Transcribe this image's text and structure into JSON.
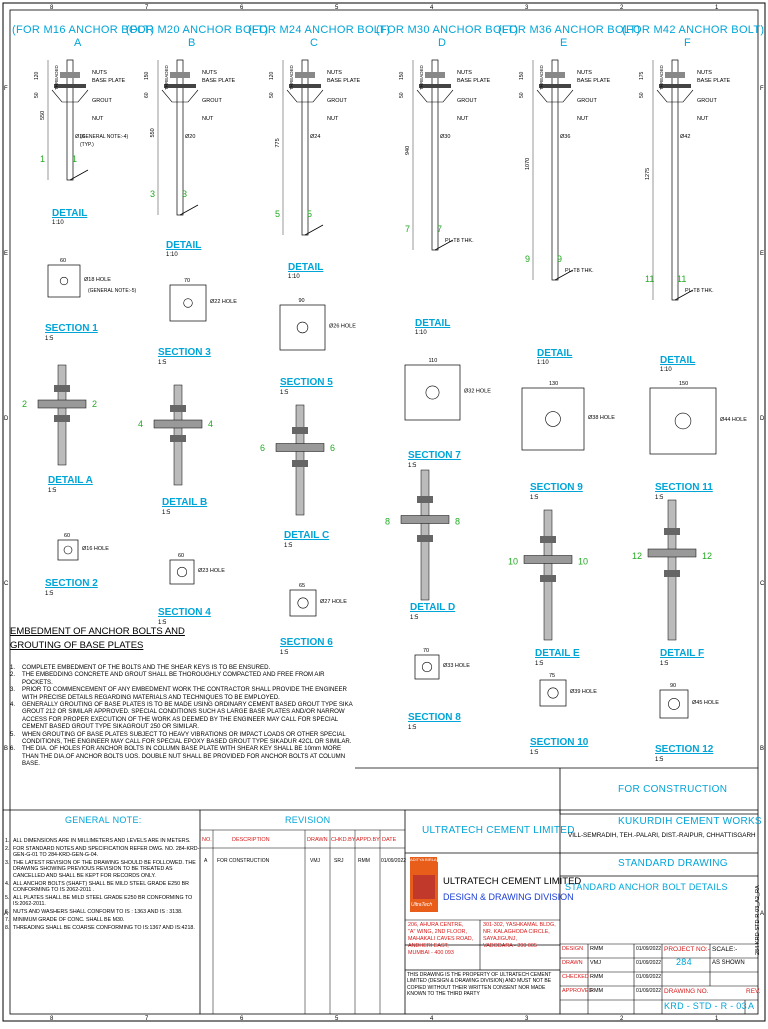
{
  "headers": [
    "(FOR M16 ANCHOR BOLT)",
    "(FOR M20 ANCHOR BOLT)",
    "(FOR M24 ANCHOR BOLT)",
    "(FOR M30 ANCHOR BOLT)",
    "(FOR M36 ANCHOR BOLT)",
    "(FOR M42 ANCHOR BOLT)"
  ],
  "bolt_letters": [
    "A",
    "B",
    "C",
    "D",
    "E",
    "F"
  ],
  "part_labels": {
    "nuts": "NUTS",
    "base_plate": "BASE PLATE",
    "grout": "GROUT",
    "nut": "NUT",
    "threaded": "THREADED",
    "pl_m30": "PL.T8 THK.",
    "pl_m36": "PL.T8 THK.",
    "pl_m42": "PL.T8 THK."
  },
  "general_note_ref": "(GENERAL NOTE:-4)",
  "typ": "(TYP.)",
  "general_note_5": "(GENERAL NOTE:-5)",
  "details": [
    {
      "label": "DETAIL",
      "scale": "1:10",
      "bolt_len": "550",
      "dia": "Ø16",
      "marks": [
        "50",
        "120"
      ]
    },
    {
      "label": "DETAIL",
      "scale": "1:10",
      "bolt_len": "550",
      "dia": "Ø20",
      "marks": [
        "60",
        "150"
      ]
    },
    {
      "label": "DETAIL",
      "scale": "1:10",
      "bolt_len": "775",
      "dia": "Ø24",
      "marks": [
        "50",
        "120"
      ]
    },
    {
      "label": "DETAIL",
      "scale": "1:10",
      "bolt_len": "940",
      "dia": "Ø30",
      "marks": [
        "50",
        "150"
      ]
    },
    {
      "label": "DETAIL",
      "scale": "1:10",
      "bolt_len": "1070",
      "dia": "Ø36",
      "marks": [
        "50",
        "150"
      ]
    },
    {
      "label": "DETAIL",
      "scale": "1:10",
      "bolt_len": "1275",
      "dia": "Ø42",
      "marks": [
        "50",
        "175"
      ]
    }
  ],
  "sections": [
    {
      "label": "SECTION 1",
      "scale": "1:5",
      "size": "60",
      "hole": "Ø18 HOLE"
    },
    {
      "label": "SECTION 3",
      "scale": "1:5",
      "size": "70",
      "hole": "Ø22 HOLE"
    },
    {
      "label": "SECTION 5",
      "scale": "1:5",
      "size": "90",
      "hole": "Ø26 HOLE"
    },
    {
      "label": "SECTION 7",
      "scale": "1:5",
      "size": "110",
      "hole": "Ø32 HOLE"
    },
    {
      "label": "SECTION 9",
      "scale": "1:5",
      "size": "130",
      "hole": "Ø38 HOLE"
    },
    {
      "label": "SECTION 11",
      "scale": "1:5",
      "size": "150",
      "hole": "Ø44 HOLE"
    }
  ],
  "detail_letters": [
    {
      "label": "DETAIL A",
      "scale": "1:5"
    },
    {
      "label": "DETAIL B",
      "scale": "1:5"
    },
    {
      "label": "DETAIL C",
      "scale": "1:5"
    },
    {
      "label": "DETAIL D",
      "scale": "1:5"
    },
    {
      "label": "DETAIL E",
      "scale": "1:5"
    },
    {
      "label": "DETAIL F",
      "scale": "1:5"
    }
  ],
  "sections_even": [
    {
      "label": "SECTION 2",
      "scale": "1:5",
      "size": "60",
      "hole": "Ø16 HOLE"
    },
    {
      "label": "SECTION 4",
      "scale": "1:5",
      "size": "60",
      "hole": "Ø23 HOLE"
    },
    {
      "label": "SECTION 6",
      "scale": "1:5",
      "size": "65",
      "hole": "Ø27 HOLE"
    },
    {
      "label": "SECTION 8",
      "scale": "1:5",
      "size": "70",
      "hole": "Ø33 HOLE"
    },
    {
      "label": "SECTION 10",
      "scale": "1:5",
      "size": "75",
      "hole": "Ø39 HOLE"
    },
    {
      "label": "SECTION 12",
      "scale": "1:5",
      "size": "90",
      "hole": "Ø45 HOLE"
    }
  ],
  "section_marks": [
    "1",
    "3",
    "5",
    "7",
    "9",
    "11",
    "2",
    "4",
    "6",
    "8",
    "10",
    "12"
  ],
  "embedment": {
    "title_line1": "EMBEDMENT OF ANCHOR BOLTS AND",
    "title_line2": "GROUTING OF BASE PLATES",
    "notes": [
      "COMPLETE EMBEDMENT OF THE BOLTS AND THE SHEAR KEYS IS TO BE ENSURED.",
      "THE EMBEDDING CONCRETE AND GROUT SHALL BE THOROUGHLY COMPACTED AND FREE FROM AIR POCKETS.",
      "PRIOR TO COMMENCEMENT OF ANY EMBEDMENT WORK THE CONTRACTOR SHALL PROVIDE THE ENGINEER WITH PRECISE DETAILS REGARDING MATERIALS AND TECHNIQUES TO BE EMPLOYED.",
      "GENERALLY GROUTING OF BASE PLATES IS TO BE MADE USING ORDINARY CEMENT BASED GROUT TYPE SIKA GROUT 212 OR SIMILAR APPROVED. SPECIAL CONDITIONS SUCH AS LARGE BASE PLATES AND/OR NARROW ACCESS FOR PROPER EXECUTION OF THE WORK AS DEEMED BY THE ENGINEER MAY CALL FOR SPECIAL CEMENT BASED GROUT TYPE SIKAGROUT 250 OR SIMILAR.",
      "WHEN GROUTING OF BASE PLATES SUBJECT TO HEAVY VIBRATIONS OR IMPACT LOADS OR OTHER SPECIAL CONDITIONS, THE ENGINEER MAY CALL FOR SPECIAL EPOXY BASED GROUT TYPE SIKADUR 42CL OR SIMILAR.",
      "THE DIA. OF HOLES FOR ANCHOR BOLTS IN COLUMN BASE PLATE WITH SHEAR KEY SHALL BE 10mm MORE THAN THE DIA.OF ANCHOR BOLTS UOS. DOUBLE NUT SHALL BE PROVIDED FOR ANCHOR BOLTS AT COLUMN BASE."
    ]
  },
  "general_note": {
    "title": "GENERAL NOTE:",
    "items": [
      "ALL DIMENSIONS ARE IN MILLIMETERS AND LEVELS ARE IN METERS.",
      "FOR STANDARD NOTES AND SPECIFICATION REFER DWG. NO. 284-KRD-GEN-G-01 TO 284-KRD-GEN-G-04.",
      "THE LATEST REVISION OF THE DRAWING SHOULD BE FOLLOWED. THE DRAWING SHOWING PREVIOUS REVISION TO BE TREATED AS CANCELLED AND SHALL BE KEPT FOR RECORDS ONLY.",
      "ALL ANCHOR BOLTS (SHAFT) SHALL BE MILD STEEL GRADE E250 BR CONFORMING TO IS 2062-2011 .",
      "ALL PLATES SHALL BE MILD STEEL GRADE E250 BR CONFORMING TO IS:2062-2011.",
      "NUTS AND WASHERS SHALL CONFORM TO IS : 1363 AND IS : 3138.",
      "MINIMUM GRADE OF CONC. SHALL BE M30.",
      "THREADING SHALL BE COARSE CONFORMING TO IS:1367 AND IS:4218."
    ]
  },
  "revision": {
    "title": "REVISION",
    "headers": [
      "NO.",
      "DESCRIPTION",
      "DRAWN",
      "CHKD.BY",
      "APPD.BY",
      "DATE"
    ],
    "row": [
      "A",
      "FOR CONSTRUCTION",
      "VMJ",
      "SRJ",
      "RMM",
      "01/09/2022"
    ]
  },
  "title_block": {
    "for_construction": "FOR CONSTRUCTION",
    "client": "ULTRATECH CEMENT LIMITED",
    "project": "KUKURDIH CEMENT WORKS",
    "address_line": "VILL-SEMRADIH, TEH.-PALARI, DIST.-RAIPUR, CHHATTISGARH",
    "drawing_type": "STANDARD DRAWING",
    "drawing_title": "STANDARD ANCHOR BOLT DETAILS",
    "company": "ULTRATECH CEMENT LIMITED",
    "division": "DESIGN & DRAWING DIVISION",
    "logo_top": "ADITYA BIRLA",
    "logo_bottom": "UltraTech",
    "addr1": [
      "206, AHURA CENTRE,",
      "\"A\" WING, 2ND FLOOR,",
      "MAHAKALI CAVES ROAD,",
      "ANDHERI EAST,",
      "MUMBAI - 400 093"
    ],
    "addr2": [
      "301-302, YASHKAMAL BLDG,",
      "NR. KALAGHODA CIRCLE,",
      "SAYAJIGUNJ,",
      "VADODARA - 390 005"
    ],
    "disclaimer": "THIS DRAWING IS THE PROPERTY OF ULTRATECH CEMENT LIMITED (DESIGN & DRAWING DIVISION) AND MUST NOT BE COPIED WITHOUT THEIR WRITTEN CONSENT NOR MADE KNOWN TO THE THIRD PARTY",
    "roles": [
      {
        "role": "DESIGN",
        "name": "RMM",
        "date": "01/09/2022"
      },
      {
        "role": "DRAWN",
        "name": "VMJ",
        "date": "01/09/2022"
      },
      {
        "role": "CHECKED",
        "name": "RMM",
        "date": "01/09/2022"
      },
      {
        "role": "APPROVED",
        "name": "RMM",
        "date": "01/09/2022"
      }
    ],
    "project_no_label": "PROJECT NO:-",
    "project_no": "284",
    "scale_label": "SCALE:-",
    "scale_value": "AS SHOWN",
    "drawing_no_label": "DRAWING NO.",
    "rev_label": "REV.",
    "drawing_no": "KRD - STD - R - 03",
    "rev": "A",
    "side_code": "284-KRD-STD-R-03_A2_RA"
  },
  "border": {
    "cols": [
      "8",
      "7",
      "6",
      "5",
      "4",
      "3",
      "2",
      "1"
    ],
    "rows": [
      "F",
      "E",
      "D",
      "C",
      "B",
      "A"
    ]
  }
}
